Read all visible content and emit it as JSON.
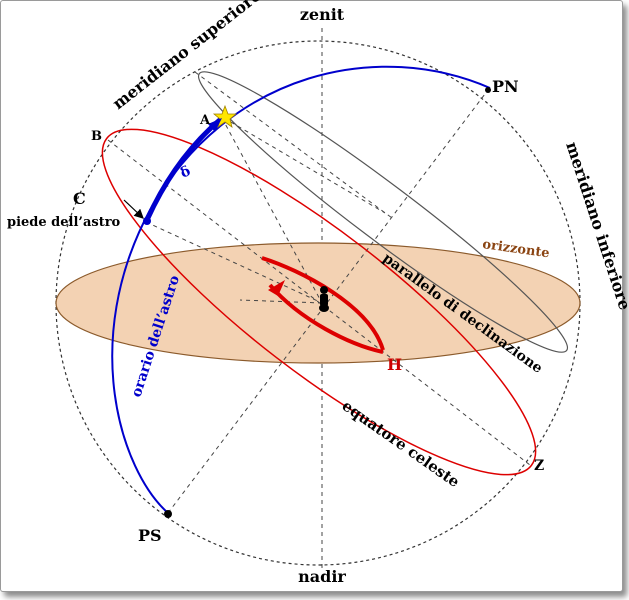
{
  "diagram": {
    "labels": {
      "zenit": "zenit",
      "nadir": "nadir",
      "pn": "PN",
      "ps": "PS",
      "a": "A",
      "b": "B",
      "c": "C",
      "z": "Z",
      "h": "H",
      "delta": "δ",
      "meridiano_superiore": "meridiano superiore",
      "meridiano_inferiore": "meridiano inferiore",
      "orizzonte": "orizzonte",
      "parallelo": "parallelo di declinazione",
      "equatore": "equatore celeste",
      "piede": "piede dell’astro",
      "orario": "orario dell’astro"
    },
    "colors": {
      "horizon_fill": "#f3d2b3",
      "horizon_stroke": "#8b5a2b",
      "equator": "#dd0000",
      "hour_circle": "#0000cc",
      "star": "#ffe600",
      "outline": "#555555"
    }
  }
}
